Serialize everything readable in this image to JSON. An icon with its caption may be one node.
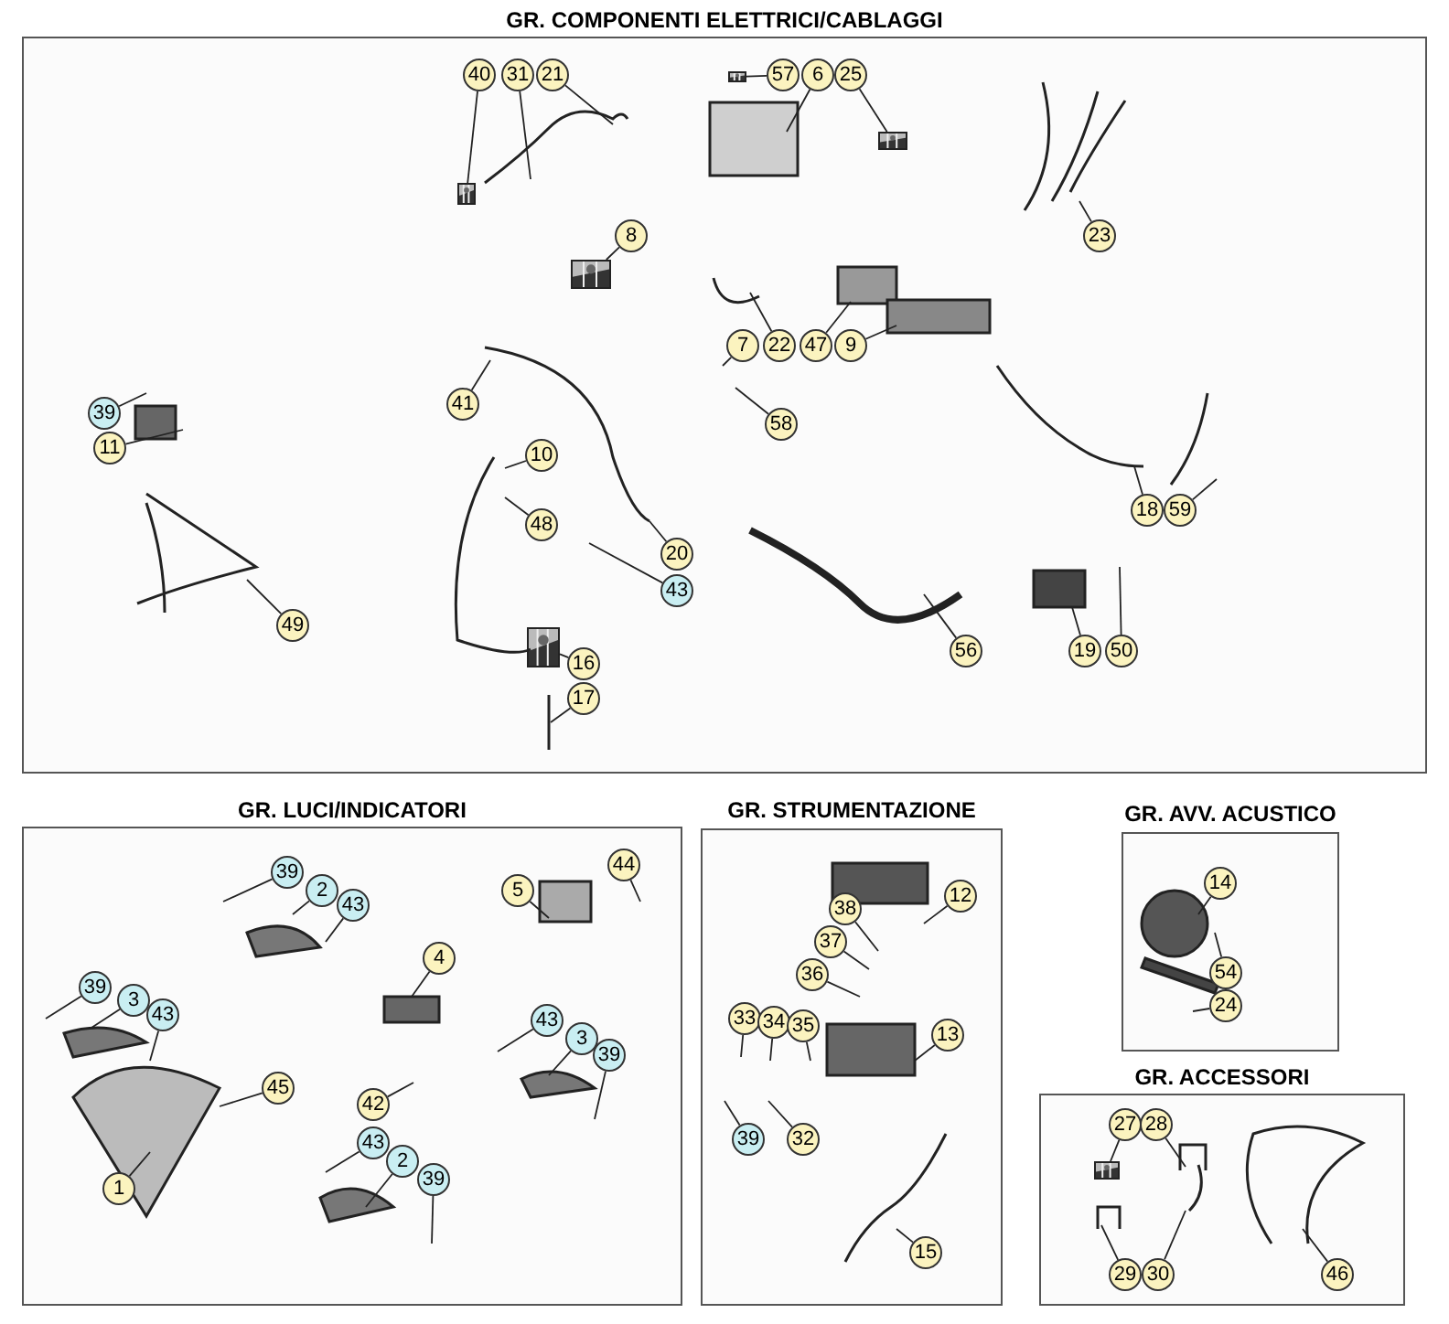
{
  "diagram": {
    "nodes": [
      {
        "text": [
          "GR. COMPONENTI ELETTRICI/CABLAGGI"
        ]
      },
      {
        "text": [
          "40"
        ],
        "in": 0
      },
      {
        "text": [
          "31"
        ],
        "in": 0
      },
      {
        "text": [
          "21"
        ],
        "in": 0
      },
      {
        "text": [
          "57"
        ],
        "in": 0
      },
      {
        "text": [
          "6"
        ],
        "in": 0
      },
      {
        "text": [
          "25"
        ],
        "in": 0
      },
      {
        "text": [
          "8"
        ],
        "in": 0
      },
      {
        "text": [
          "23"
        ],
        "in": 0
      },
      {
        "text": [
          "7"
        ],
        "in": 0
      },
      {
        "text": [
          "22"
        ],
        "in": 0
      },
      {
        "text": [
          "47"
        ],
        "in": 0
      },
      {
        "text": [
          "9"
        ],
        "in": 0
      },
      {
        "text": [
          "39"
        ],
        "in": 0
      },
      {
        "text": [
          "41"
        ],
        "in": 0
      },
      {
        "text": [
          "58"
        ],
        "in": 0
      },
      {
        "text": [
          "11"
        ],
        "in": 0
      },
      {
        "text": [
          "10"
        ],
        "in": 0
      },
      {
        "text": [
          "18"
        ],
        "in": 0
      },
      {
        "text": [
          "59"
        ],
        "in": 0
      },
      {
        "text": [
          "48"
        ],
        "in": 0
      },
      {
        "text": [
          "20"
        ],
        "in": 0
      },
      {
        "text": [
          "43"
        ],
        "in": 0
      },
      {
        "text": [
          "49"
        ],
        "in": 0
      },
      {
        "text": [
          "16"
        ],
        "in": 0
      },
      {
        "text": [
          "56"
        ],
        "in": 0
      },
      {
        "text": [
          "19"
        ],
        "in": 0
      },
      {
        "text": [
          "50"
        ],
        "in": 0
      },
      {
        "text": [
          "17"
        ],
        "in": 0
      },
      {
        "text": [
          "GR. LUCI/INDICATORI"
        ]
      },
      {
        "text": [
          "39"
        ],
        "in": 29
      },
      {
        "text": [
          "44"
        ],
        "in": 29
      },
      {
        "text": [
          "2"
        ],
        "in": 29
      },
      {
        "text": [
          "5"
        ],
        "in": 29
      },
      {
        "text": [
          "43"
        ],
        "in": 29
      },
      {
        "text": [
          "4"
        ],
        "in": 29
      },
      {
        "text": [
          "39"
        ],
        "in": 29
      },
      {
        "text": [
          "3"
        ],
        "in": 29
      },
      {
        "text": [
          "43"
        ],
        "in": 29
      },
      {
        "text": [
          "43"
        ],
        "in": 29
      },
      {
        "text": [
          "3"
        ],
        "in": 29
      },
      {
        "text": [
          "39"
        ],
        "in": 29
      },
      {
        "text": [
          "45"
        ],
        "in": 29
      },
      {
        "text": [
          "42"
        ],
        "in": 29
      },
      {
        "text": [
          "43"
        ],
        "in": 29
      },
      {
        "text": [
          "2"
        ],
        "in": 29
      },
      {
        "text": [
          "39"
        ],
        "in": 29
      },
      {
        "text": [
          "1"
        ],
        "in": 29
      },
      {
        "text": [
          "GR. STRUMENTAZIONE"
        ]
      },
      {
        "text": [
          "12"
        ],
        "in": 48
      },
      {
        "text": [
          "38"
        ],
        "in": 48
      },
      {
        "text": [
          "37"
        ],
        "in": 48
      },
      {
        "text": [
          "36"
        ],
        "in": 48
      },
      {
        "text": [
          "33"
        ],
        "in": 48
      },
      {
        "text": [
          "34"
        ],
        "in": 48
      },
      {
        "text": [
          "35"
        ],
        "in": 48
      },
      {
        "text": [
          "13"
        ],
        "in": 48
      },
      {
        "text": [
          "39"
        ],
        "in": 48
      },
      {
        "text": [
          "32"
        ],
        "in": 48
      },
      {
        "text": [
          "15"
        ],
        "in": 48
      },
      {
        "text": [
          "GR. AVV. ACUSTICO"
        ]
      },
      {
        "text": [
          "14"
        ],
        "in": 60
      },
      {
        "text": [
          "54"
        ],
        "in": 60
      },
      {
        "text": [
          "24"
        ],
        "in": 60
      },
      {
        "text": [
          "GR. ACCESSORI"
        ]
      },
      {
        "text": [
          "27"
        ],
        "in": 64
      },
      {
        "text": [
          "28"
        ],
        "in": 64
      },
      {
        "text": [
          "29"
        ],
        "in": 64
      },
      {
        "text": [
          "30"
        ],
        "in": 64
      },
      {
        "text": [
          "46"
        ],
        "in": 64
      },
      {
        "text": [],
        "shape": "picture",
        "in": 0
      },
      {
        "text": [],
        "shape": "picture",
        "in": 0
      },
      {
        "text": [],
        "shape": "picture",
        "in": 0
      },
      {
        "text": [],
        "shape": "picture",
        "in": 0
      },
      {
        "text": [],
        "shape": "picture",
        "in": 0
      },
      {
        "text": [],
        "shape": "picture",
        "in": 64
      }
    ],
    "edges": [
      {
        "from": 1,
        "to": 70,
        "arrow": "none"
      },
      {
        "from": 2,
        "to": null,
        "arrow": "none"
      },
      {
        "from": 3,
        "to": null,
        "arrow": "none"
      },
      {
        "from": 4,
        "to": 71,
        "arrow": "none"
      },
      {
        "from": 5,
        "to": null,
        "arrow": "none"
      },
      {
        "from": 6,
        "to": 72,
        "arrow": "none"
      },
      {
        "from": 7,
        "to": 73,
        "arrow": "none"
      },
      {
        "from": 8,
        "to": null,
        "arrow": "none"
      },
      {
        "from": 9,
        "to": null,
        "arrow": "none"
      },
      {
        "from": 10,
        "to": null,
        "arrow": "none"
      },
      {
        "from": 11,
        "to": null,
        "arrow": "none"
      },
      {
        "from": 12,
        "to": null,
        "arrow": "none"
      },
      {
        "from": 13,
        "to": null,
        "arrow": "none"
      },
      {
        "from": 14,
        "to": null,
        "arrow": "none"
      },
      {
        "from": 15,
        "to": null,
        "arrow": "none"
      },
      {
        "from": 16,
        "to": null,
        "arrow": "none"
      },
      {
        "from": 17,
        "to": null,
        "arrow": "none"
      },
      {
        "from": 18,
        "to": null,
        "arrow": "none"
      },
      {
        "from": 19,
        "to": null,
        "arrow": "none"
      },
      {
        "from": 20,
        "to": null,
        "arrow": "none"
      },
      {
        "from": 21,
        "to": null,
        "arrow": "none"
      },
      {
        "from": 22,
        "to": null,
        "arrow": "none"
      },
      {
        "from": 23,
        "to": null,
        "arrow": "none"
      },
      {
        "from": 24,
        "to": 74,
        "arrow": "none"
      },
      {
        "from": 25,
        "to": null,
        "arrow": "none"
      },
      {
        "from": 26,
        "to": null,
        "arrow": "none"
      },
      {
        "from": 27,
        "to": null,
        "arrow": "none"
      },
      {
        "from": 28,
        "to": null,
        "arrow": "none"
      },
      {
        "from": 30,
        "to": null,
        "arrow": "none"
      },
      {
        "from": 31,
        "to": null,
        "arrow": "none"
      },
      {
        "from": 32,
        "to": null,
        "arrow": "none"
      },
      {
        "from": 33,
        "to": null,
        "arrow": "none"
      },
      {
        "from": 34,
        "to": null,
        "arrow": "none"
      },
      {
        "from": 35,
        "to": null,
        "arrow": "none"
      },
      {
        "from": 36,
        "to": null,
        "arrow": "none"
      },
      {
        "from": 37,
        "to": null,
        "arrow": "none"
      },
      {
        "from": 38,
        "to": null,
        "arrow": "none"
      },
      {
        "from": 39,
        "to": null,
        "arrow": "none"
      },
      {
        "from": 40,
        "to": null,
        "arrow": "none"
      },
      {
        "from": 41,
        "to": null,
        "arrow": "none"
      },
      {
        "from": 42,
        "to": null,
        "arrow": "none"
      },
      {
        "from": 43,
        "to": null,
        "arrow": "none"
      },
      {
        "from": 44,
        "to": null,
        "arrow": "none"
      },
      {
        "from": 45,
        "to": null,
        "arrow": "none"
      },
      {
        "from": 46,
        "to": null,
        "arrow": "none"
      },
      {
        "from": 47,
        "to": null,
        "arrow": "none"
      },
      {
        "from": 49,
        "to": null,
        "arrow": "none"
      },
      {
        "from": 50,
        "to": null,
        "arrow": "none"
      },
      {
        "from": 51,
        "to": null,
        "arrow": "none"
      },
      {
        "from": 52,
        "to": null,
        "arrow": "none"
      },
      {
        "from": 53,
        "to": null,
        "arrow": "none"
      },
      {
        "from": 54,
        "to": null,
        "arrow": "none"
      },
      {
        "from": 55,
        "to": null,
        "arrow": "none"
      },
      {
        "from": 56,
        "to": null,
        "arrow": "none"
      },
      {
        "from": 57,
        "to": null,
        "arrow": "none"
      },
      {
        "from": 58,
        "to": null,
        "arrow": "none"
      },
      {
        "from": 59,
        "to": null,
        "arrow": "none"
      },
      {
        "from": 61,
        "to": null,
        "arrow": "none"
      },
      {
        "from": 62,
        "to": null,
        "arrow": "none"
      },
      {
        "from": 63,
        "to": null,
        "arrow": "none"
      },
      {
        "from": 65,
        "to": 75,
        "arrow": "none"
      },
      {
        "from": 66,
        "to": null,
        "arrow": "none"
      },
      {
        "from": 67,
        "to": null,
        "arrow": "none"
      },
      {
        "from": 68,
        "to": null,
        "arrow": "none"
      },
      {
        "from": 69,
        "to": null,
        "arrow": "none"
      }
    ]
  }
}
